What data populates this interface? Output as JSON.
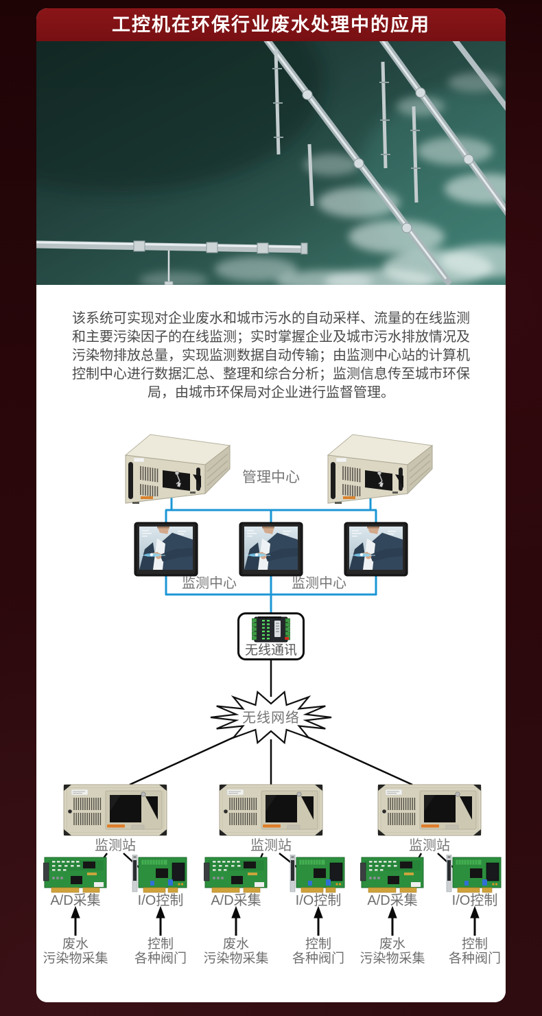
{
  "page": {
    "title": "工控机在环保行业废水处理中的应用",
    "banner_color": "#7d1014",
    "background_color": "#2a070b"
  },
  "intro": {
    "lines": [
      "该系统可实现对企业废水和城市污水的自动采样、流量的在线监测",
      "和主要污染因子的在线监测；实时掌握企业及城市污水排放情况及",
      "污染物排放总量，实现监测数据自动传输；由监测中心站的计算机",
      "控制中心进行数据汇总、整理和综合分析；监测信息传至城市环保",
      "局，由城市环保局对企业进行监督管理。"
    ]
  },
  "diagram": {
    "colors": {
      "connector_blue": "#1b96d6",
      "connector_black": "#000000",
      "label_gray": "#757575"
    },
    "management_center": {
      "label": "管理中心"
    },
    "monitoring_centers": [
      {
        "label": "监测中心"
      },
      {
        "label": "监测中心"
      }
    ],
    "wireless_comm": {
      "label": "无线通讯"
    },
    "wireless_network": {
      "label": "无线网络"
    },
    "stations": [
      {
        "label": "监测站",
        "cards": [
          {
            "label": "A/D采集",
            "target_line1": "废水",
            "target_line2": "污染物采集"
          },
          {
            "label": "I/O控制",
            "target_line1": "控制",
            "target_line2": "各种阀门"
          }
        ]
      },
      {
        "label": "监测站",
        "cards": [
          {
            "label": "A/D采集",
            "target_line1": "废水",
            "target_line2": "污染物采集"
          },
          {
            "label": "I/O控制",
            "target_line1": "控制",
            "target_line2": "各种阀门"
          }
        ]
      },
      {
        "label": "监测站",
        "cards": [
          {
            "label": "A/D采集",
            "target_line1": "废水",
            "target_line2": "污染物采集"
          },
          {
            "label": "I/O控制",
            "target_line1": "控制",
            "target_line2": "各种阀门"
          }
        ]
      }
    ]
  }
}
